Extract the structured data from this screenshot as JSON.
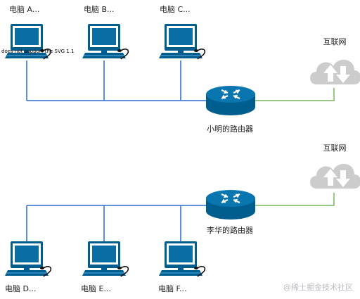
{
  "top_network": {
    "computers": [
      {
        "label": "电脑 A..."
      },
      {
        "label": "电脑 B..."
      },
      {
        "label": "电脑 C..."
      }
    ],
    "router_label": "小明的路由器",
    "cloud_label": "互联网",
    "svg_warning": "does not support the SVG 1.1"
  },
  "bottom_network": {
    "computers": [
      {
        "label": "电脑 D..."
      },
      {
        "label": "电脑 E..."
      },
      {
        "label": "电脑 F..."
      }
    ],
    "router_label": "李华的路由器",
    "cloud_label": "互联网"
  },
  "watermark": "@稀土掘金技术社区",
  "colors": {
    "lan_link": "#4a7fd6",
    "wan_link": "#7ab55c",
    "computer": "#005e8e",
    "router": "#005e8e",
    "cloud": "#cccccc"
  }
}
